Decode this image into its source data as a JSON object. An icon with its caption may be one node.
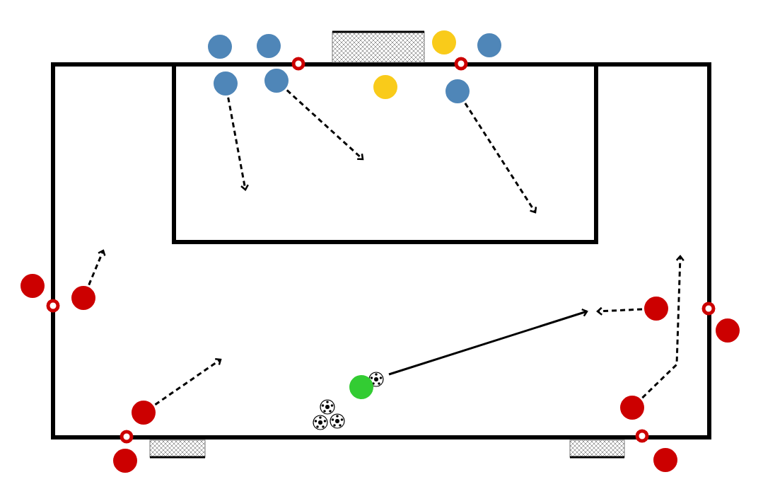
{
  "diagram": {
    "nodes": [
      {
        "text": [],
        "shape": "circle"
      },
      {
        "text": [],
        "shape": "circle"
      },
      {
        "text": [],
        "shape": "circle"
      },
      {
        "text": [],
        "shape": "circle"
      },
      {
        "text": [],
        "shape": "circle"
      },
      {
        "text": [],
        "shape": "circle"
      },
      {
        "text": [],
        "shape": "circle"
      },
      {
        "text": [],
        "shape": "circle"
      },
      {
        "text": [],
        "shape": "circle"
      },
      {
        "text": [],
        "shape": "circle"
      },
      {
        "text": [],
        "shape": "circle"
      },
      {
        "text": [],
        "shape": "circle"
      },
      {
        "text": [],
        "shape": "circle"
      },
      {
        "text": [],
        "shape": "circle"
      },
      {
        "text": [],
        "shape": "circle"
      },
      {
        "text": [],
        "shape": "circle"
      },
      {
        "text": [],
        "shape": "circle"
      }
    ],
    "edges": [
      {
        "from": 4,
        "to": null,
        "arrow": "to",
        "style": "dashed"
      },
      {
        "from": 5,
        "to": null,
        "arrow": "to",
        "style": "dashed"
      },
      {
        "from": 7,
        "to": null,
        "arrow": "to",
        "style": "dashed"
      },
      {
        "from": 9,
        "to": null,
        "arrow": "to",
        "style": "dashed"
      },
      {
        "from": 10,
        "to": null,
        "arrow": "to",
        "style": "dashed"
      },
      {
        "from": 14,
        "to": null,
        "arrow": "to",
        "style": "dashed"
      },
      {
        "from": 13,
        "to": null,
        "arrow": "to",
        "style": "dashed"
      },
      {
        "from": 12,
        "to": null,
        "arrow": "to"
      }
    ]
  }
}
